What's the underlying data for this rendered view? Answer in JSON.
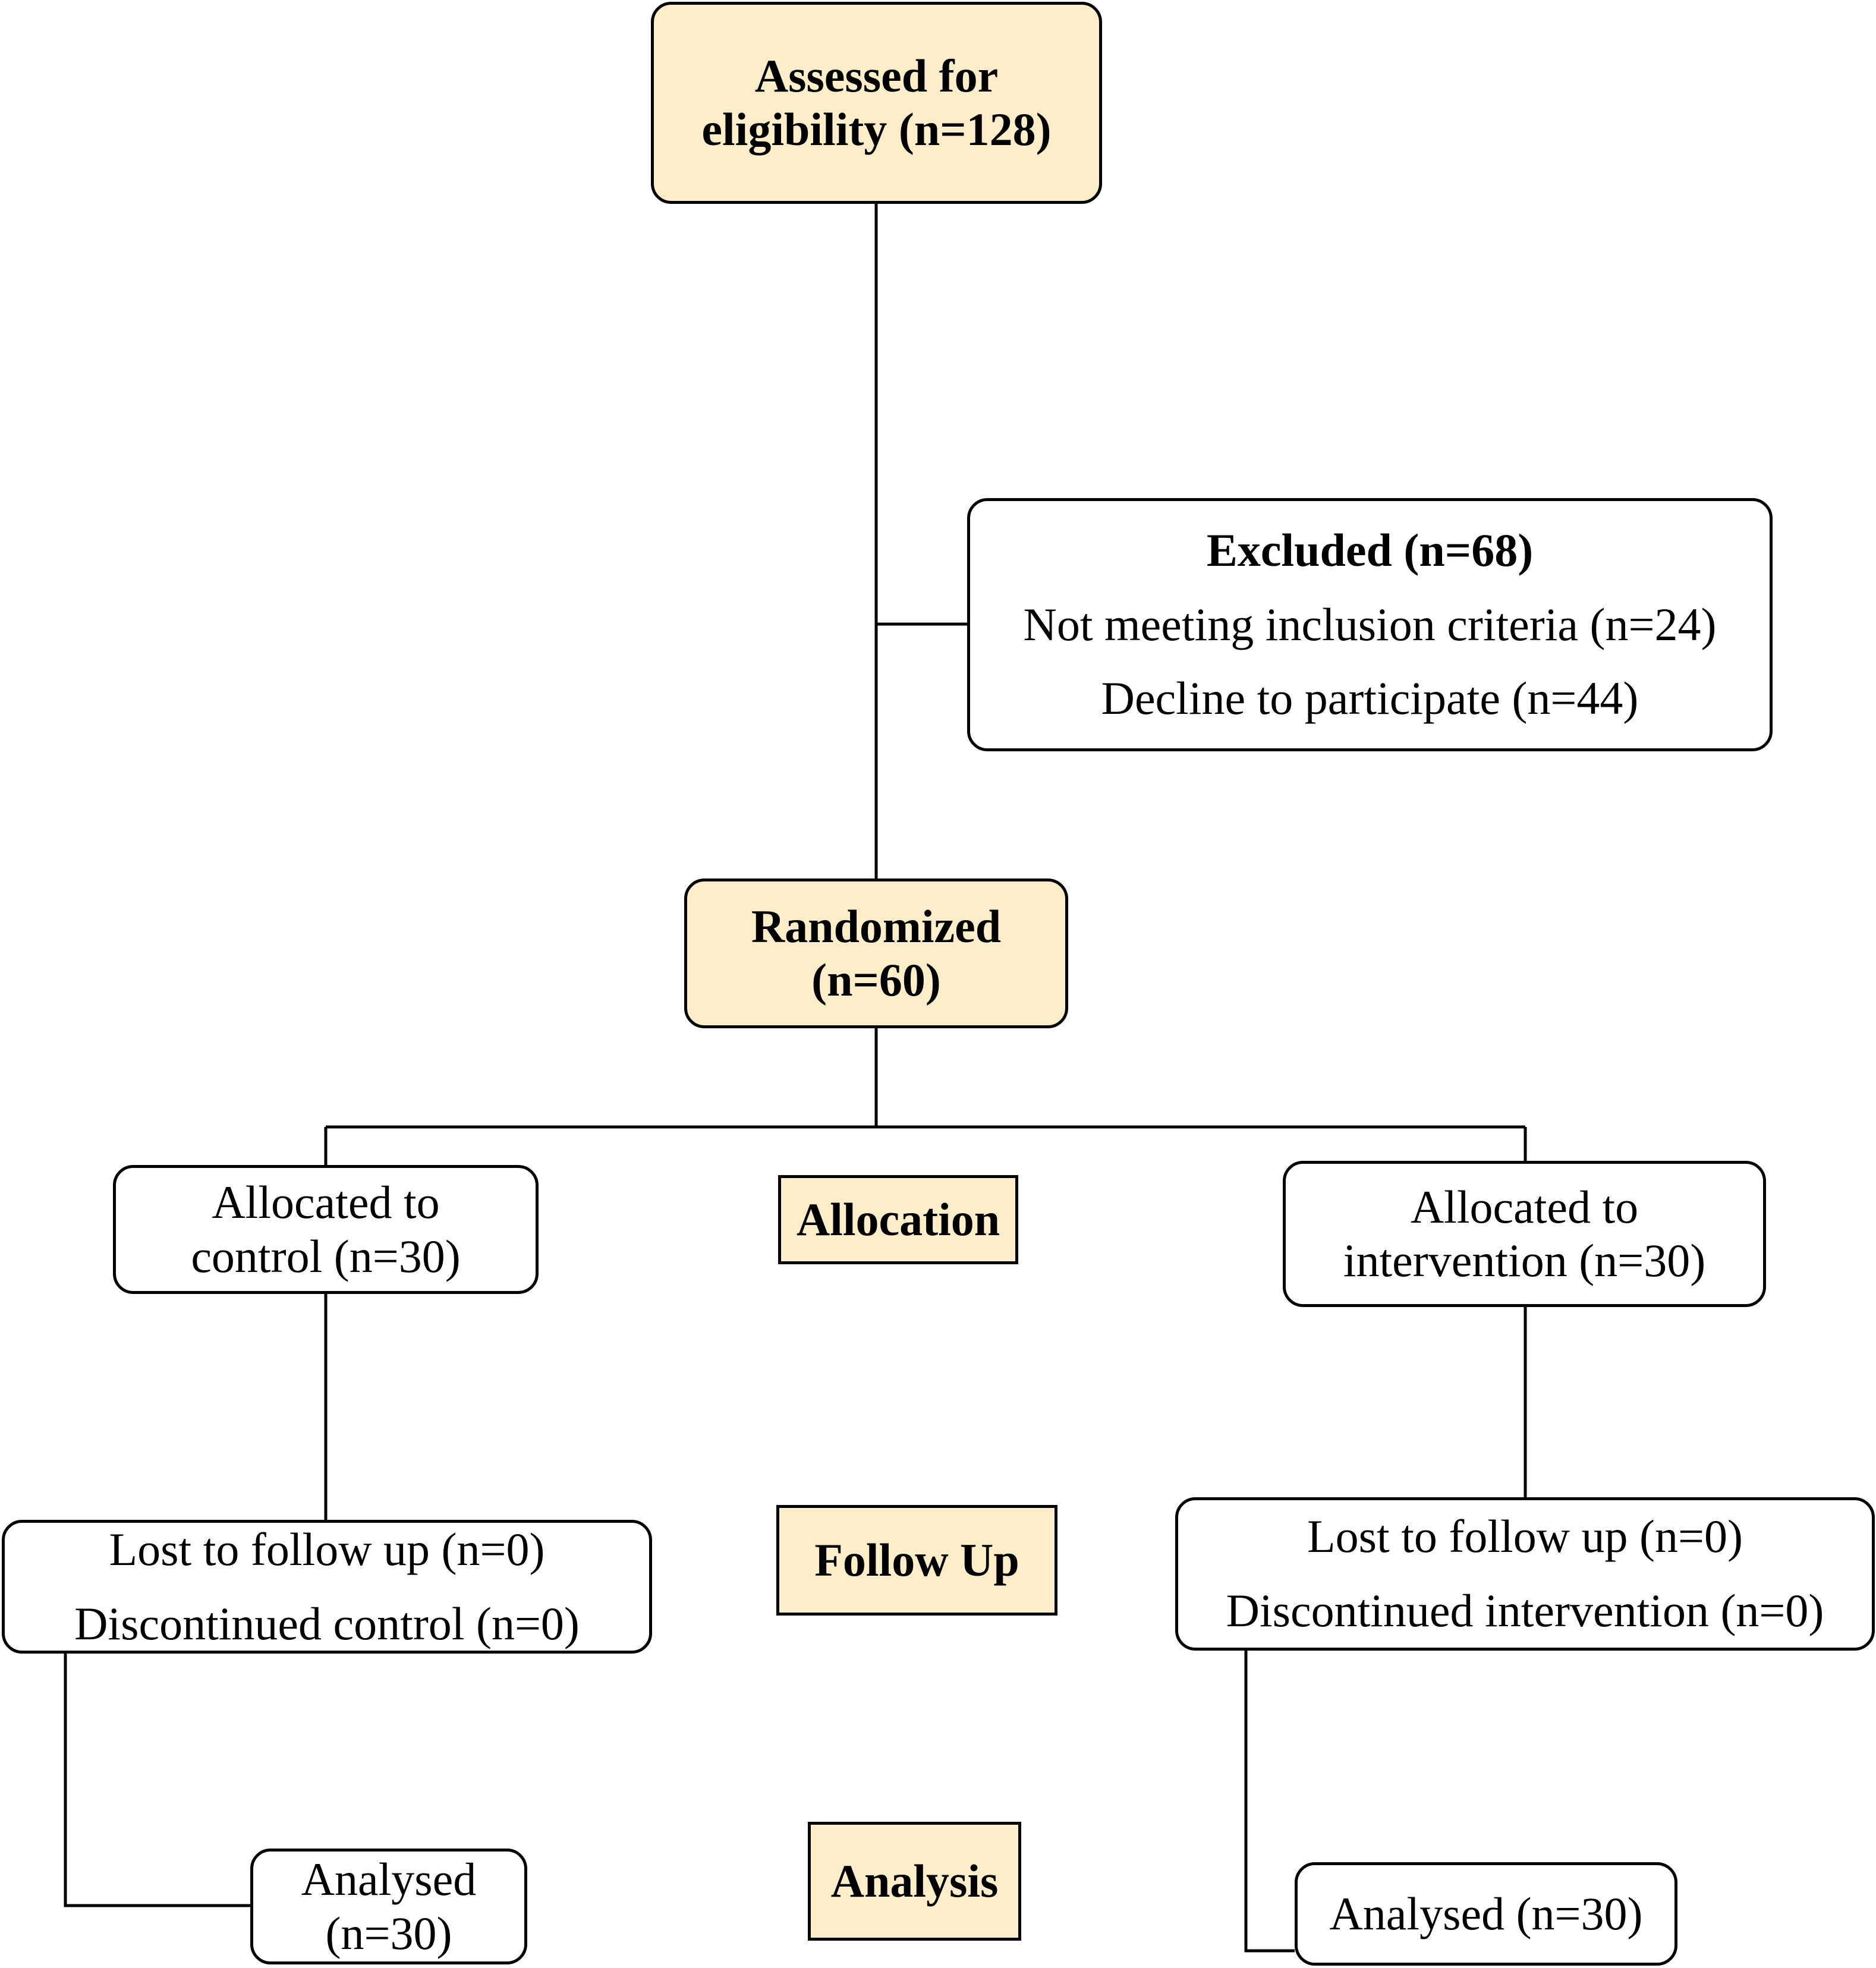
{
  "flowchart": {
    "assessed": {
      "line1": "Assessed for",
      "line2": "eligibility (n=128)"
    },
    "excluded": {
      "title": "Excluded (n=68)",
      "reason1": "Not meeting inclusion criteria (n=24)",
      "reason2": "Decline to participate (n=44)"
    },
    "randomized": {
      "line1": "Randomized",
      "line2": "(n=60)"
    },
    "control": {
      "allocated": {
        "line1": "Allocated to",
        "line2": "control (n=30)"
      },
      "followup": {
        "line1": "Lost to follow up (n=0)",
        "line2": "Discontinued control (n=0)"
      },
      "analysed": {
        "line1": "Analysed",
        "line2": "(n=30)"
      }
    },
    "intervention": {
      "allocated": {
        "line1": "Allocated to",
        "line2": "intervention (n=30)"
      },
      "followup": {
        "line1": "Lost to follow up (n=0)",
        "line2": "Discontinued intervention (n=0)"
      },
      "analysed": {
        "line1": "Analysed (n=30)"
      }
    },
    "stages": {
      "allocation": "Allocation",
      "followup": "Follow Up",
      "analysis": "Analysis"
    }
  }
}
